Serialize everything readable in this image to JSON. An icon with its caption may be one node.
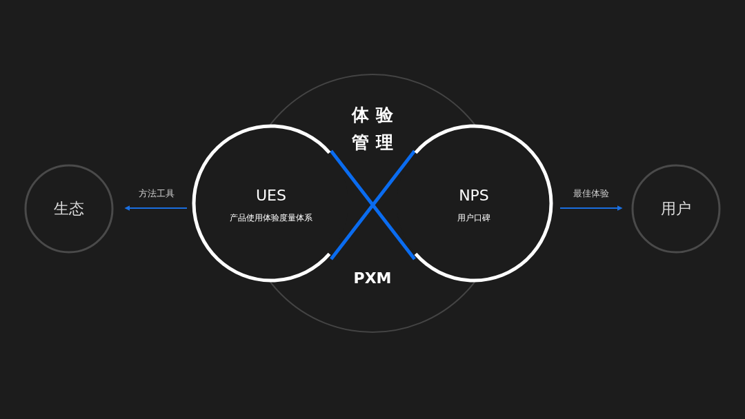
{
  "diagram": {
    "nodes": [
      {
        "text": [
          "体验管理",
          "PXM"
        ]
      },
      {
        "text": [
          "UES",
          "产品使用体验度量体系"
        ]
      },
      {
        "text": [
          "NPS",
          "用户口碑"
        ]
      },
      {
        "text": [
          "生态"
        ]
      },
      {
        "text": [
          "用户"
        ]
      }
    ],
    "edges": [
      {
        "from": 1,
        "to": 3,
        "arrow": "to",
        "label": "方法工具",
        "color": "#1a6fe0"
      },
      {
        "from": 2,
        "to": 4,
        "arrow": "to",
        "label": "最佳体验",
        "color": "#1a6fe0"
      }
    ]
  }
}
